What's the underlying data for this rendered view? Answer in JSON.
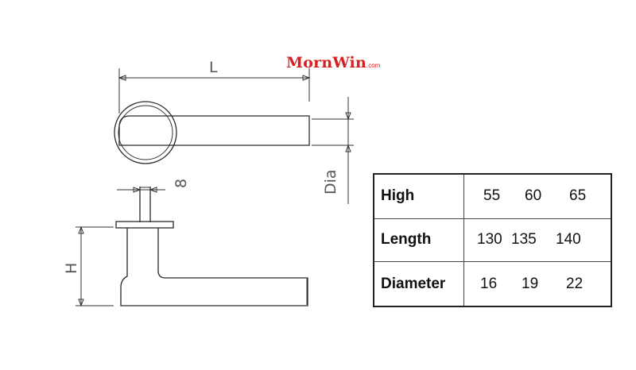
{
  "logo": {
    "brand": "MornWin",
    "domain": ".com",
    "color": "#d81f1f"
  },
  "dimension_labels": {
    "length": "L",
    "diameter": "Dia",
    "rose_diameter": "8",
    "height": "H"
  },
  "spec_table": {
    "rows": [
      {
        "label": "High",
        "values": [
          "55",
          "60",
          "65"
        ]
      },
      {
        "label": "Length",
        "values": [
          "130",
          "135",
          "140"
        ]
      },
      {
        "label": "Diameter",
        "values": [
          "16",
          "19",
          "22"
        ]
      }
    ]
  }
}
